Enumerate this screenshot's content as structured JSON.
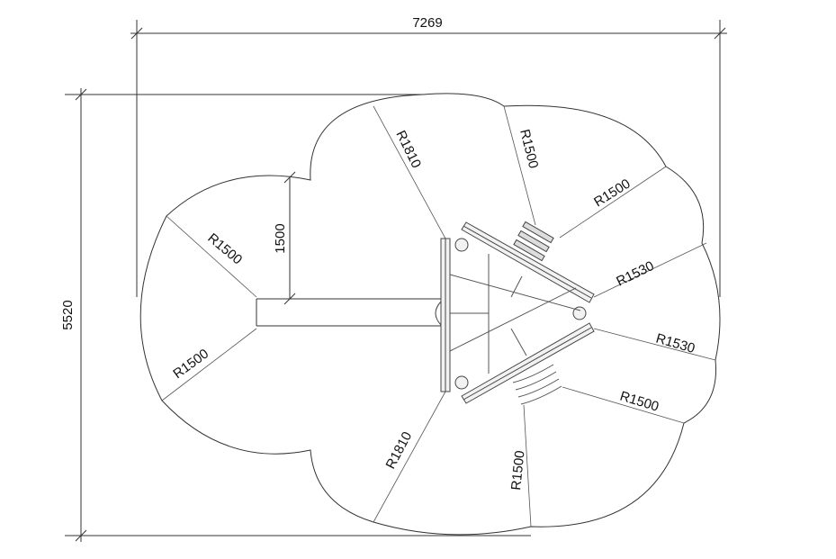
{
  "dimensions": {
    "overall_width": "7269",
    "overall_height": "5520",
    "inner_height": "1500"
  },
  "radii": {
    "top": "R1810",
    "top_right_upper": "R1500",
    "right_upper": "R1500",
    "right_mid_upper": "R1530",
    "right_mid_lower": "R1530",
    "right_lower": "R1500",
    "bottom_right": "R1500",
    "bottom": "R1810",
    "left_lower": "R1500",
    "left_upper": "R1500"
  }
}
